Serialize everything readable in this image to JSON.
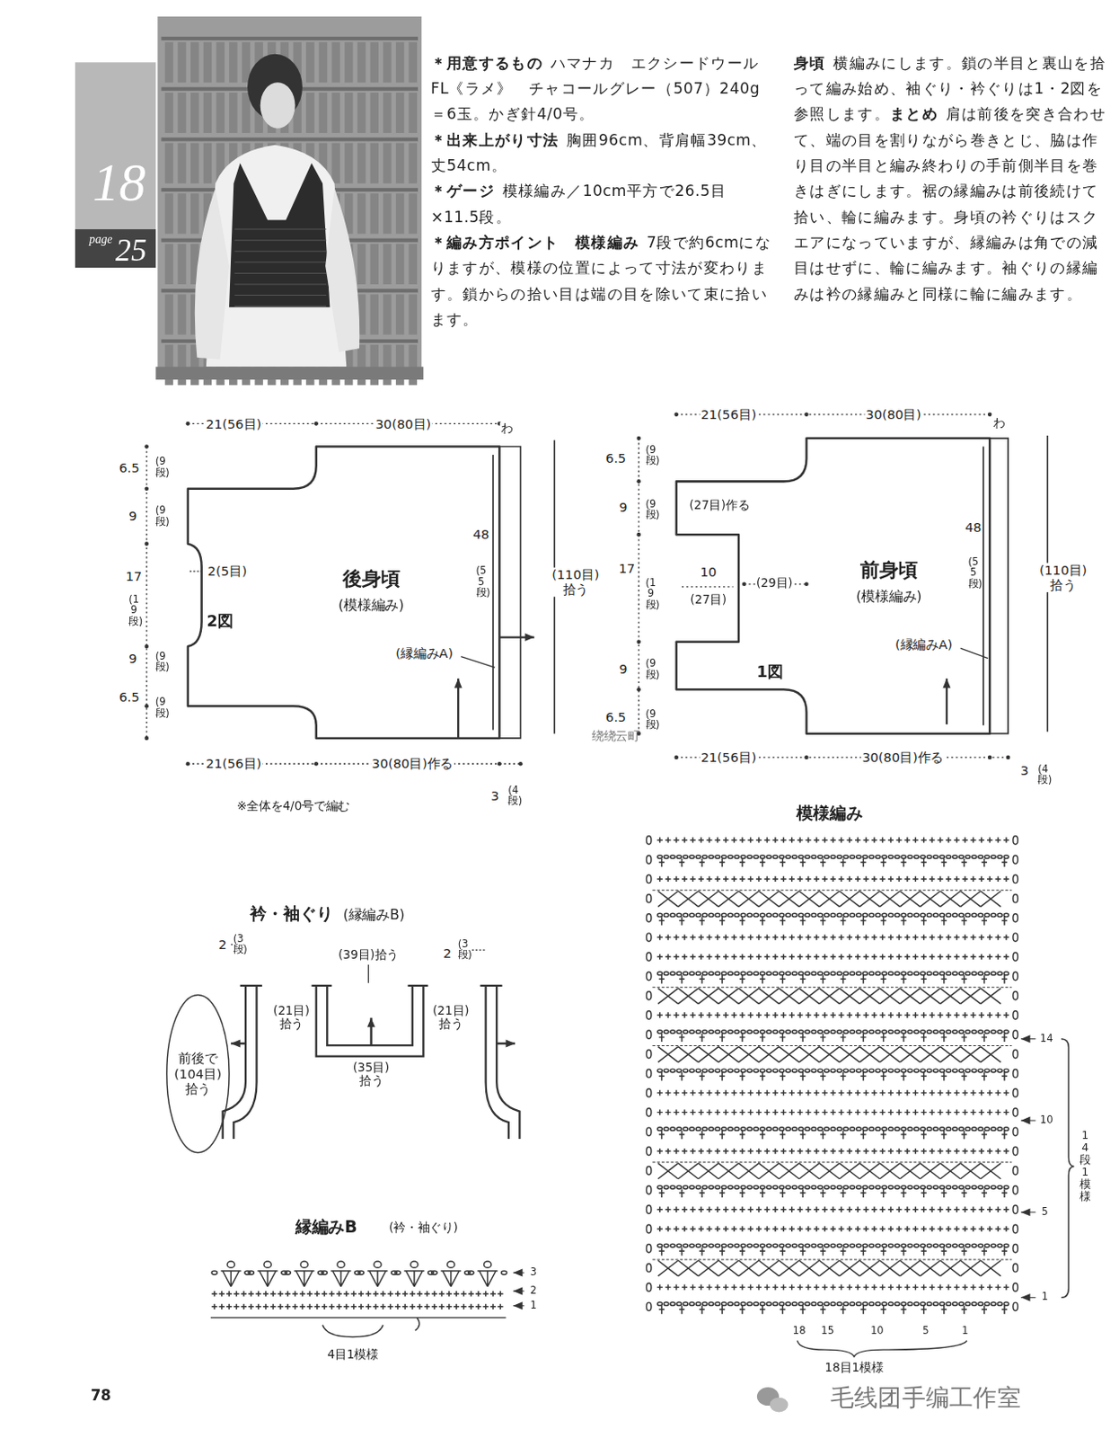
{
  "diagram": {
    "nodes": [
      {
        "text": [
          "後身頃",
          "(模様編み)"
        ]
      },
      {
        "text": [
          "前身頃",
          "(模様編み)"
        ]
      },
      {
        "text": [
          "前後で (104目) 拾う"
        ]
      }
    ],
    "labels": [
      "18",
      "page",
      "25",
      "＊用意するもの",
      "ハマナカ　エクシードウールFL《ラメ》　チャコールグレー（507）240g＝6玉。かぎ針4/0号。",
      "＊出来上がり寸法",
      "胸囲96cm、背肩幅39cm、丈54cm。",
      "＊ゲージ",
      "模様編み／10cm平方で26.5目×11.5段。",
      "＊編み方ポイント　模様編み",
      "7段で約6cmになりますが、模様の位置によって寸法が変わります。鎖からの拾い目は端の目を除いて束に拾います。",
      "身頃",
      "横編みにします。鎖の半目と裏山を拾って編み始め、袖ぐり・衿ぐりは1・2図を参照します。",
      "まとめ",
      "肩は前後を突き合わせて、端の目を割りながら巻きとじ、脇は作り目の半目と編み終わりの手前側半目を巻きはぎにします。裾の縁編みは前後続けて拾い、輪に編みます。身頃の衿ぐりはスクエアになっていますが、縁編みは角での減目はせずに、輪に編みます。袖ぐりの縁編みは衿の縁編みと同様に輪に編みます。",
      "21(56目)",
      "30(80目)",
      "わ",
      "6.5",
      "(9段)",
      "9",
      "(9段)",
      "17",
      "(19段)",
      "9",
      "(9段)",
      "6.5",
      "(9段)",
      "2(5目)",
      "2図",
      "(縁編みA)",
      "48",
      "(55段)",
      "(110目) 拾う",
      "21(56目)",
      "30(80目)作る",
      "3",
      "(4段)",
      "※全体を4/0号で編む",
      "绕绕云町",
      "21(56目)",
      "30(80目)",
      "わ",
      "6.5",
      "(9段)",
      "9",
      "(9段)",
      "(27目)作る",
      "17",
      "(19段)",
      "10",
      "(27目)",
      "(29目)",
      "1図",
      "(縁編みA)",
      "48",
      "(55段)",
      "(110目) 拾う",
      "9",
      "(9段)",
      "6.5",
      "(9段)",
      "21(56目)",
      "30(80目)作る",
      "3",
      "(4段)",
      "衿・袖ぐり",
      "(縁編みB)",
      "2",
      "(3段)",
      "2",
      "(3段)",
      "(39目)拾う",
      "(21目) 拾う",
      "(21目) 拾う",
      "(35目) 拾う",
      "縁編みB",
      "(衿・袖ぐり)",
      "3",
      "2",
      "1",
      "4目1模様",
      "模様編み",
      "14",
      "10",
      "5",
      "1",
      "14段1模様",
      "18",
      "15",
      "10",
      "5",
      "1",
      "18目1模様",
      "78",
      "毛线团手编工作室"
    ]
  }
}
